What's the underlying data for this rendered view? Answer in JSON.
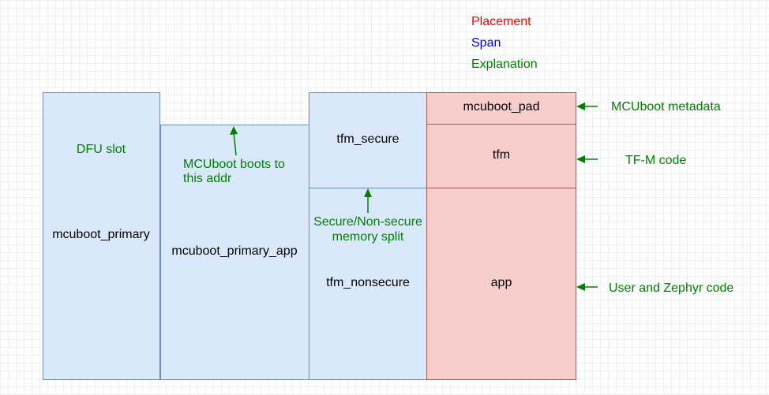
{
  "legend": {
    "placement": "Placement",
    "span": "Span",
    "explanation": "Explanation"
  },
  "colors": {
    "placement_text": "#ff0000",
    "span_text": "#0000ff",
    "explanation_text": "#008000",
    "span_fill": "#dae8fc",
    "span_stroke": "#6c8ebf",
    "placement_fill": "#f8cecc",
    "placement_stroke": "#b85450"
  },
  "spans": {
    "mcuboot_primary": {
      "label": "mcuboot_primary",
      "note": "DFU slot"
    },
    "mcuboot_primary_app": {
      "label": "mcuboot_primary_app",
      "note_line1": "MCUboot boots to",
      "note_line2": "this addr"
    },
    "tfm_secure": {
      "label": "tfm_secure"
    },
    "tfm_nonsecure": {
      "label": "tfm_nonsecure",
      "note_line1": "Secure/Non-secure",
      "note_line2": "memory split"
    }
  },
  "placements": {
    "mcuboot_pad": {
      "label": "mcuboot_pad",
      "note": "MCUboot metadata"
    },
    "tfm": {
      "label": "tfm",
      "note": "TF-M code"
    },
    "app": {
      "label": "app",
      "note": "User and Zephyr code"
    }
  }
}
